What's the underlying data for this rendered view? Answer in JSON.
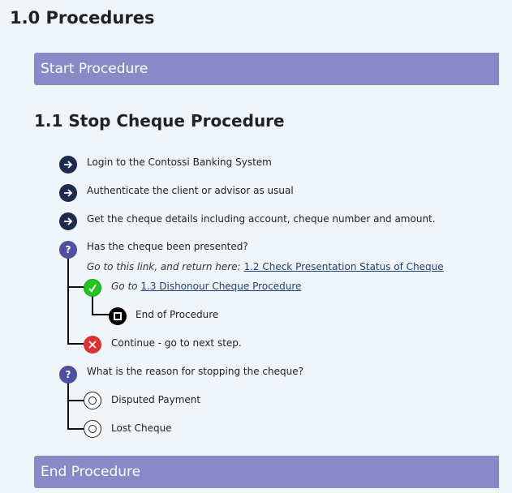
{
  "page_title": "1.0 Procedures",
  "start_banner": "Start Procedure",
  "section_title": "1.1 Stop Cheque Procedure",
  "steps": {
    "login": "Login to the Contossi Banking System",
    "authenticate": "Authenticate the client or advisor as usual",
    "details": "Get the cheque details including account, cheque number and amount."
  },
  "question1": {
    "text": "Has the cheque been presented?",
    "goto_prefix": "Go to this link, and return here:",
    "goto_link": "1.2 Check Presentation Status of Cheque",
    "yes_prefix": "Go to",
    "yes_link": "1.3 Dishonour Cheque Procedure",
    "end_text": "End of Procedure",
    "no_text": "Continue - go to next step."
  },
  "question2": {
    "text": "What is the reason for stopping the cheque?",
    "options": [
      "Disputed Payment",
      "Lost Cheque"
    ]
  },
  "end_banner": "End Procedure",
  "colors": {
    "background": "#f0f5fa",
    "banner": "#8889c6",
    "step_icon": "#1e2a4e",
    "question_icon": "#4f4fa3",
    "yes_icon": "#22c422",
    "no_icon": "#e03030"
  },
  "icons": {
    "step": "arrow-right-icon",
    "question": "question-mark-icon",
    "yes": "check-icon",
    "no": "x-icon",
    "end": "stop-icon",
    "option": "radio-option-icon"
  }
}
